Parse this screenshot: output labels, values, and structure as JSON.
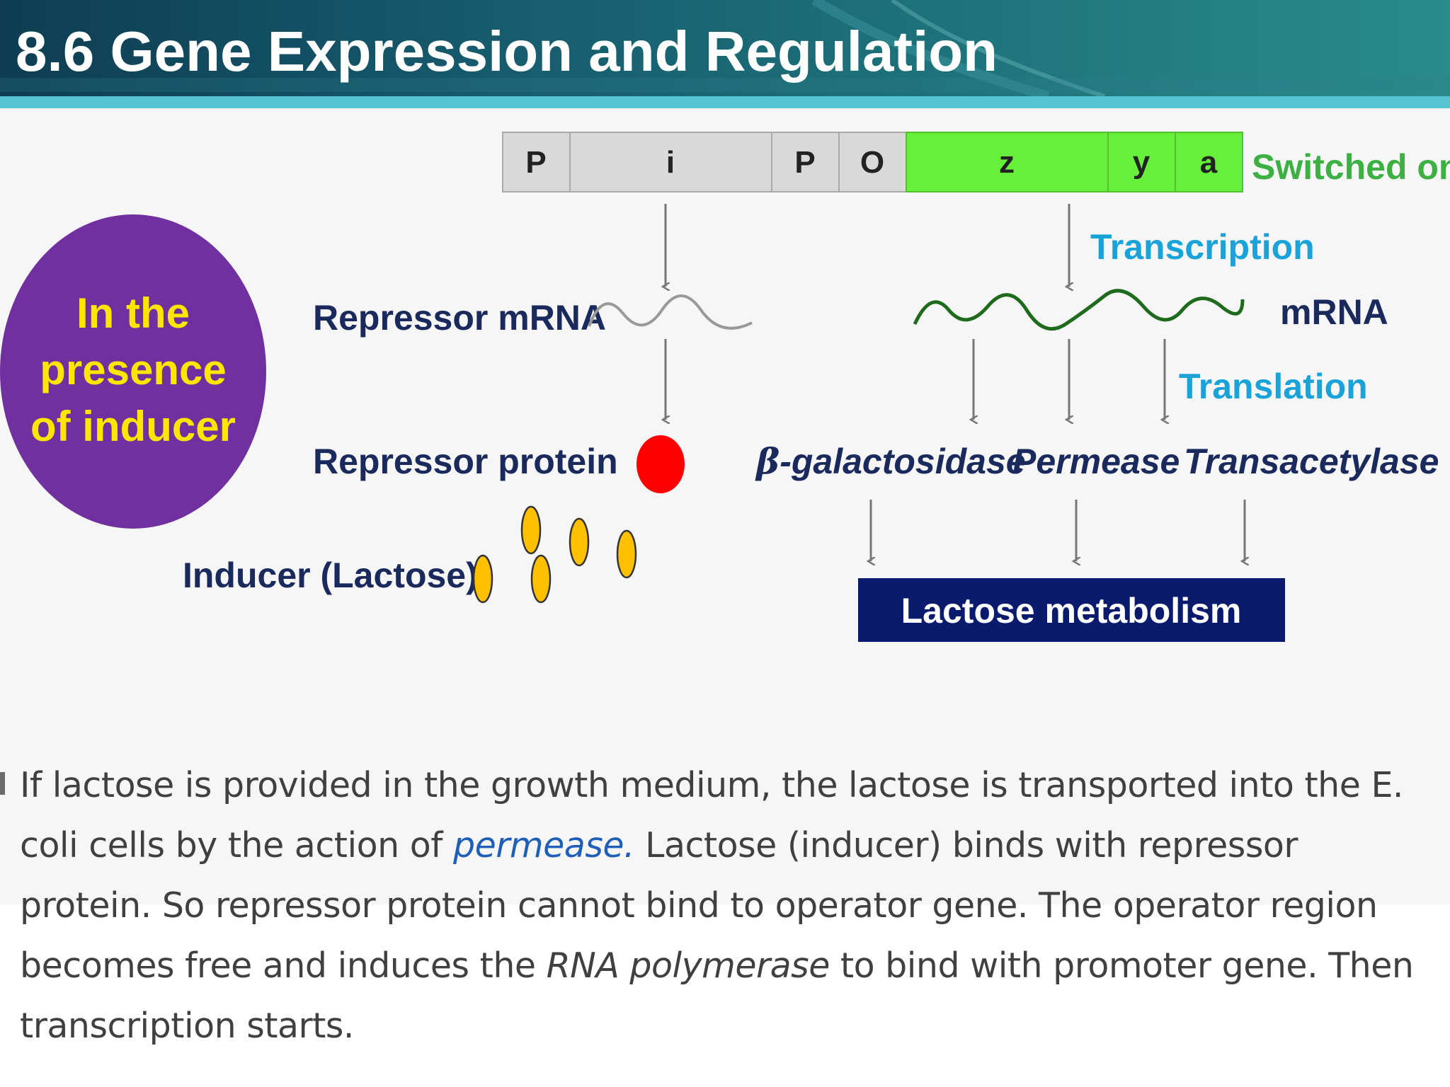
{
  "header": {
    "title": "8.6 Gene Expression and Regulation"
  },
  "operon": {
    "segments": [
      "P",
      "i",
      "P",
      "O",
      "z",
      "y",
      "a"
    ],
    "status": "Switched on"
  },
  "labels": {
    "circle": [
      "In the",
      "presence",
      "of inducer"
    ],
    "repressor_mrna": "Repressor mRNA",
    "repressor_protein": "Repressor protein",
    "inducer": "Inducer (Lactose)",
    "transcription": "Transcription",
    "mrna": "mRNA",
    "translation": "Translation",
    "enzyme_beta_symbol": "β",
    "enzyme_beta_rest": "-galactosidase",
    "enzyme_permease": "Permease",
    "enzyme_transacetylase": "Transacetylase",
    "lactose_metabolism": "Lactose metabolism"
  },
  "paragraph": {
    "part1": "If lactose is provided in the growth medium, the lactose is transported into the E. coli cells by the action of ",
    "emph": "permease.",
    "part2": " Lactose (inducer) binds with repressor protein. So repressor protein cannot bind to operator gene. The operator region becomes free and induces the ",
    "ital": "RNA polymerase",
    "part3": " to bind with promoter gene. Then transcription starts."
  },
  "colors": {
    "circle": "#7030a0",
    "circle_text": "#ffe600",
    "gene_active": "#66f03a",
    "gene_inactive": "#d9d9d9",
    "status_text": "#3cb043",
    "cyan_text": "#1aa3d9",
    "navy_text": "#1a2a5c",
    "box": "#0a1b6e",
    "repressor": "#ff0000",
    "inducer": "#ffc000",
    "mrna_line": "#1e6b1e"
  }
}
